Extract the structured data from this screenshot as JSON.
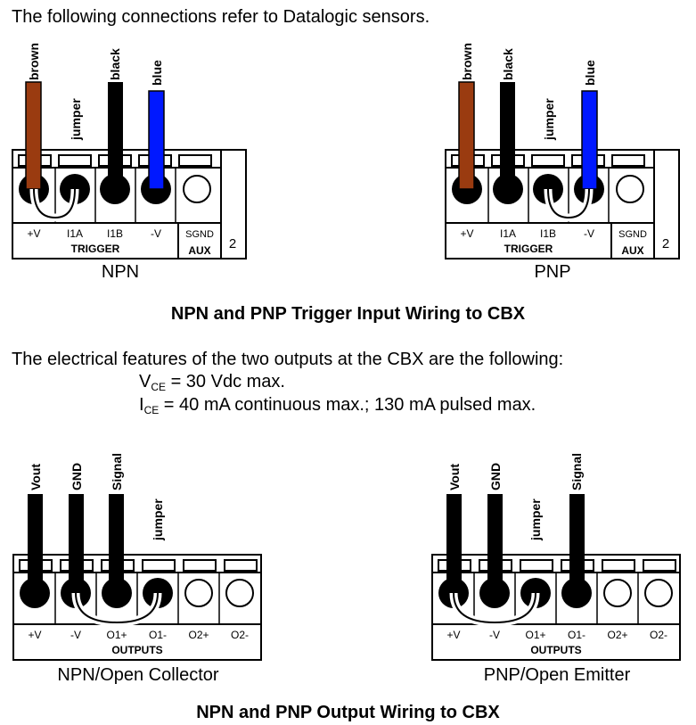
{
  "intro_text": "The following connections refer to Datalogic sensors.",
  "trigger_section": {
    "title": "NPN and PNP Trigger Input Wiring to CBX",
    "group_label": "TRIGGER",
    "aux_label": "AUX",
    "terminal_labels": [
      "+V",
      "I1A",
      "I1B",
      "-V",
      "SGND"
    ],
    "side_number": "2",
    "npn": {
      "caption": "NPN",
      "wire_labels": [
        "brown",
        "jumper",
        "black",
        "blue"
      ]
    },
    "pnp": {
      "caption": "PNP",
      "wire_labels": [
        "brown",
        "black",
        "jumper",
        "blue"
      ]
    }
  },
  "electrical": {
    "intro": "The electrical features of the two outputs at the CBX are the following:",
    "vce_symbol": "V",
    "vce_sub": "CE",
    "vce_value": " = 30 Vdc max.",
    "ice_symbol": "I",
    "ice_sub": "CE",
    "ice_value": " = 40 mA continuous max.; 130 mA pulsed max."
  },
  "output_section": {
    "title": "NPN and PNP Output Wiring to CBX",
    "group_label": "OUTPUTS",
    "terminal_labels": [
      "+V",
      "-V",
      "O1+",
      "O1-",
      "O2+",
      "O2-"
    ],
    "npn": {
      "caption": "NPN/Open Collector",
      "wire_labels": [
        "Vout",
        "GND",
        "Signal",
        "jumper"
      ]
    },
    "pnp": {
      "caption": "PNP/Open Emitter",
      "wire_labels": [
        "Vout",
        "GND",
        "jumper",
        "Signal"
      ]
    }
  },
  "colors": {
    "brown_wire": "#9a3b10",
    "black_wire": "#000000",
    "blue_wire": "#0018ff"
  }
}
